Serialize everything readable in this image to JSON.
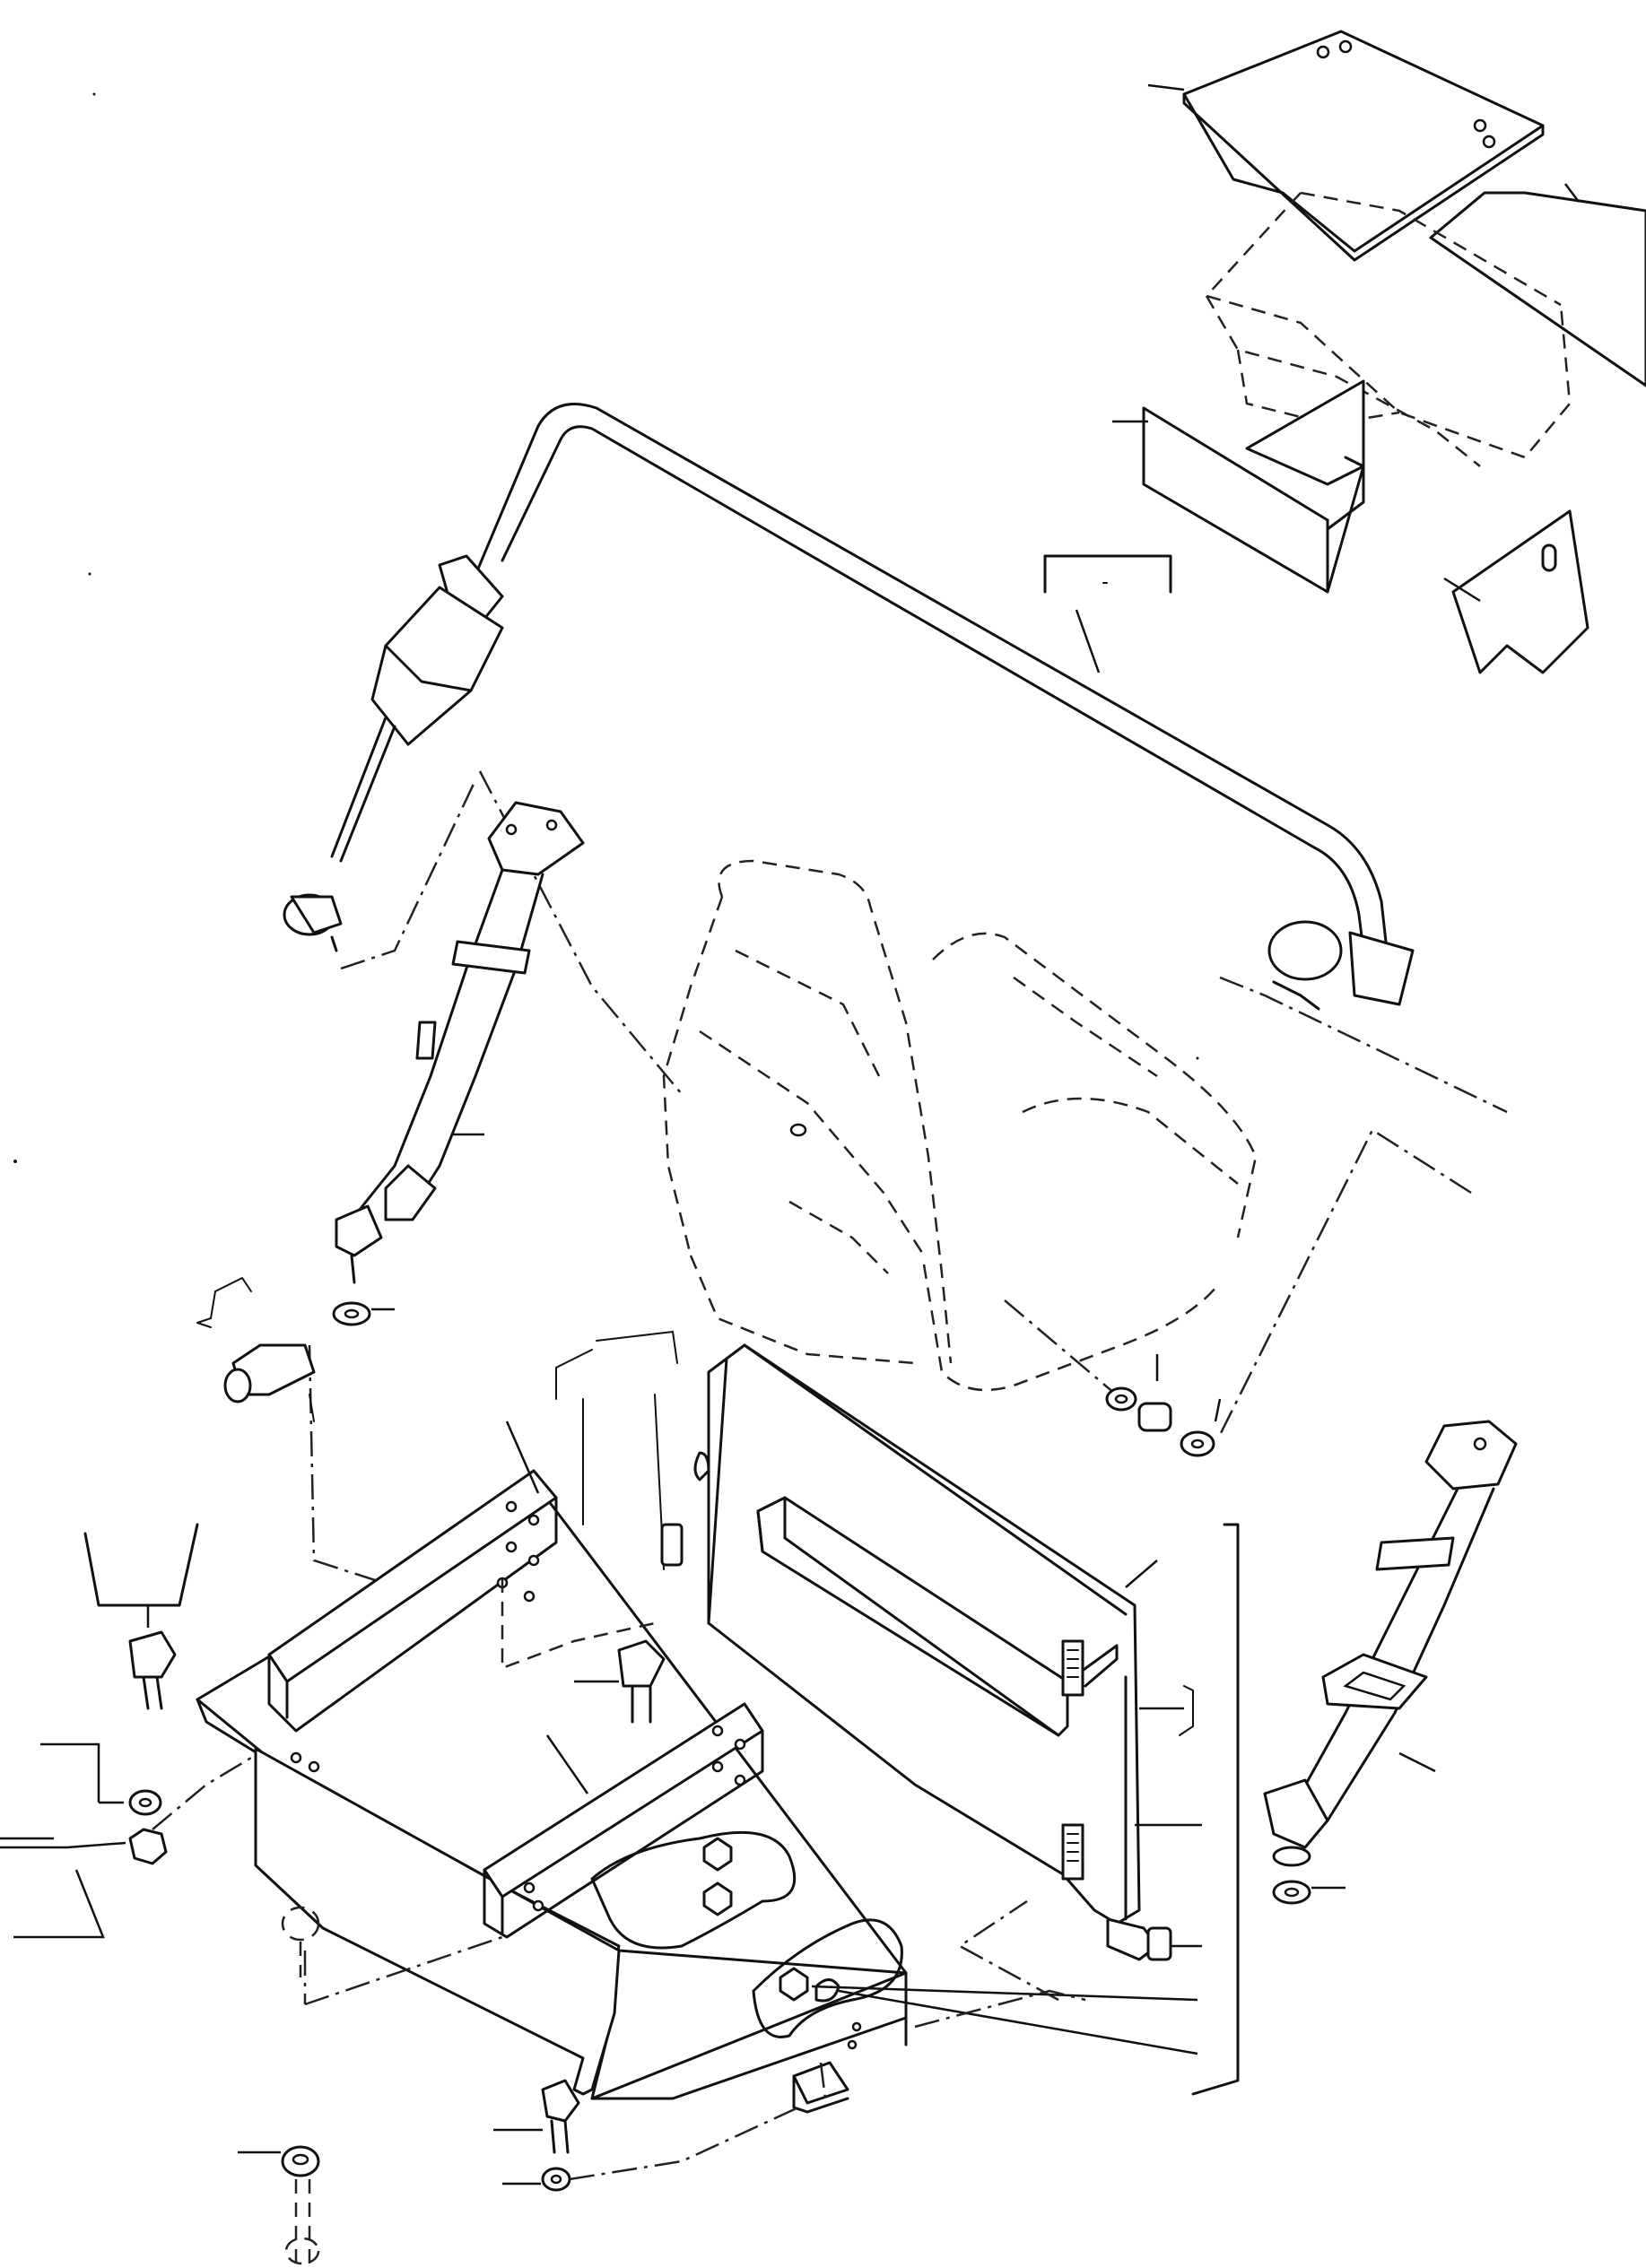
{
  "figure": {
    "colors": {
      "line": "#111111",
      "background": "#ffffff"
    },
    "parts": [
      "seat-plate",
      "side-cover",
      "rear-cover",
      "bracket-plate",
      "lap-belt-upper",
      "belt-buckle",
      "left-seat-belt",
      "right-seat-belt",
      "seat-outline",
      "seat-bracket-base",
      "rear-panel",
      "bolts",
      "washers",
      "nuts"
    ]
  }
}
